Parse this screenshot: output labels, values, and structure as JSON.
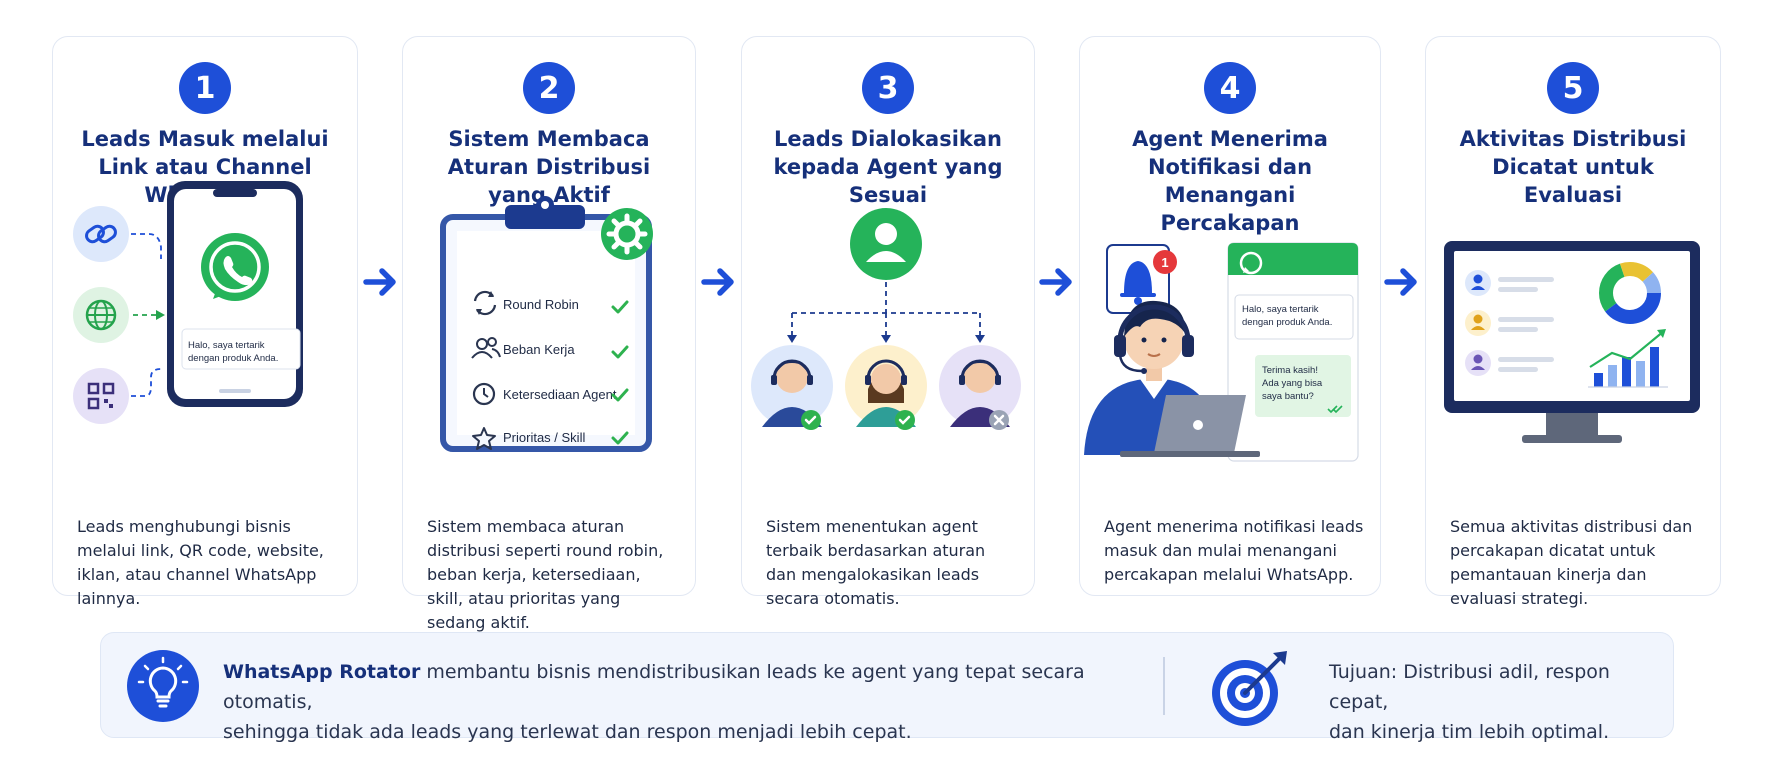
{
  "steps": [
    {
      "number": "1",
      "title": "Leads Masuk melalui Link atau Channel WhatsApp",
      "description": "Leads menghubungi bisnis melalui link, QR code, website, iklan, atau channel WhatsApp lainnya.",
      "bubble_text": "Halo, saya tertarik dengan produk Anda.",
      "icons": [
        "link-icon",
        "globe-icon",
        "qr-code-icon",
        "whatsapp-icon"
      ]
    },
    {
      "number": "2",
      "title": "Sistem Membaca Aturan Distribusi yang Aktif",
      "description": "Sistem membaca aturan distribusi seperti round robin, beban kerja, ketersediaan, skill, atau prioritas yang sedang aktif.",
      "rules": [
        "Round Robin",
        "Beban Kerja",
        "Ketersediaan Agent",
        "Prioritas / Skill"
      ],
      "icons": [
        "clipboard-icon",
        "gear-icon",
        "refresh-icon",
        "users-icon",
        "clock-icon",
        "star-icon",
        "check-icon"
      ]
    },
    {
      "number": "3",
      "title": "Leads Dialokasikan kepada Agent yang Sesuai",
      "description": "Sistem menentukan agent terbaik berdasarkan aturan dan mengalokasikan leads secara otomatis.",
      "icons": [
        "user-icon",
        "agent-icon",
        "check-icon",
        "close-icon"
      ]
    },
    {
      "number": "4",
      "title": "Agent Menerima Notifikasi dan Menangani Percakapan",
      "description": "Agent menerima notifikasi leads masuk dan mulai menangani percakapan melalui WhatsApp.",
      "notification_count": "1",
      "incoming_text": "Halo, saya tertarik dengan produk Anda.",
      "reply_text": "Terima kasih! Ada yang bisa saya bantu?",
      "icons": [
        "bell-icon",
        "whatsapp-icon",
        "agent-icon",
        "laptop-icon",
        "double-check-icon"
      ]
    },
    {
      "number": "5",
      "title": "Aktivitas Distribusi Dicatat untuk Evaluasi",
      "description": "Semua aktivitas distribusi dan percakapan dicatat untuk pemantauan kinerja dan evaluasi strategi.",
      "icons": [
        "monitor-icon",
        "donut-chart-icon",
        "bar-chart-icon",
        "user-icon"
      ]
    }
  ],
  "banner": {
    "brand": "WhatsApp Rotator",
    "message_line1": " membantu bisnis mendistribusikan leads ke agent yang tepat secara otomatis,",
    "message_line2": "sehingga tidak ada leads yang terlewat dan respon menjadi lebih cepat.",
    "goal_line1": "Tujuan: Distribusi adil, respon cepat,",
    "goal_line2": "dan kinerja tim lebih optimal.",
    "icons": [
      "lightbulb-icon",
      "target-icon"
    ]
  },
  "colors": {
    "primary": "#1e4fd8",
    "title": "#16307a",
    "whatsapp": "#25b35a",
    "check": "#2eb24f",
    "border": "#e2e8f3"
  }
}
